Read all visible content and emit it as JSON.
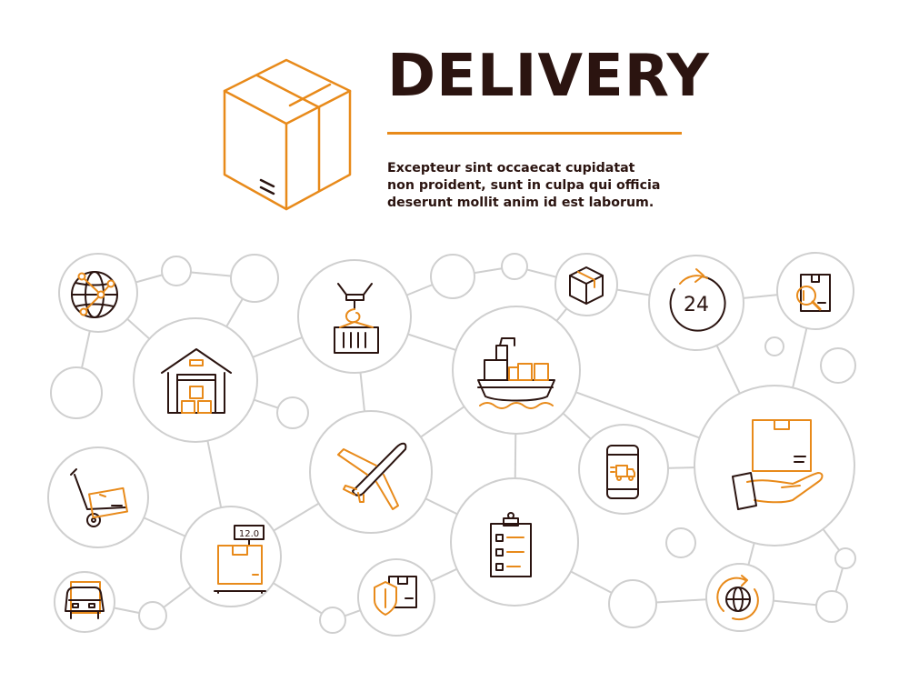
{
  "header": {
    "title": "DELIVERY",
    "description_lines": [
      "Excepteur sint occaecat cupidatat",
      "non proident, sunt in culpa qui officia",
      "deserunt mollit anim id est laborum."
    ]
  },
  "icons": {
    "scale_display": "12.0",
    "clock_hours": "24"
  },
  "colors": {
    "accent": "#e88a1a",
    "dark": "#2b1410",
    "circle_stroke": "#c8c8c8"
  }
}
